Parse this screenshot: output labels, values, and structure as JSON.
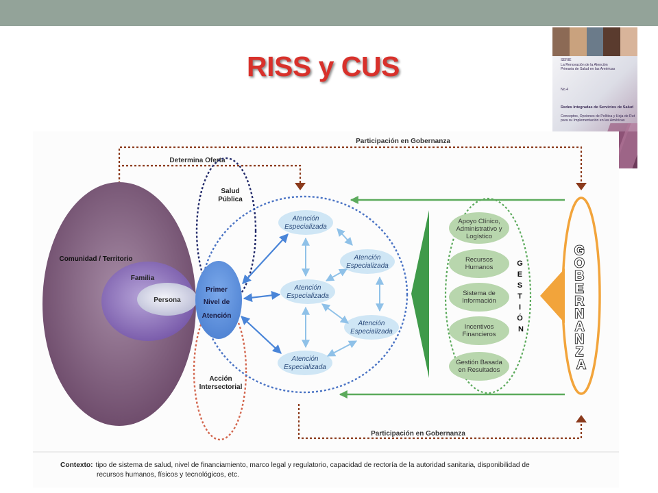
{
  "slide": {
    "title": "RISS y CUS"
  },
  "cover": {
    "serie_label": "SERIE",
    "serie_line1": "La Renovación de la Atención",
    "serie_line2": "Primaria de Salud en las Américas",
    "number": "No.4",
    "book_title": "Redes Integradas de Servicios de Salud",
    "subtitle_line1": "Conceptos, Opciones de Política y Hoja de Ruta",
    "subtitle_line2": "para su Implementación en las Américas"
  },
  "diagram": {
    "participacion_top": "Participación en Gobernanza",
    "determina_oferta": "Determina Oferta",
    "participacion_bottom": "Participación en Gobernanza",
    "comunidad": "Comunidad / Territorio",
    "familia": "Familia",
    "persona": "Persona",
    "salud_publica": [
      "Salud",
      "Pública"
    ],
    "accion_intersectorial": [
      "Acción",
      "Intersectorial"
    ],
    "primer_nivel": [
      "Primer",
      "Nivel de",
      "Atención"
    ],
    "atencion": [
      "Atención",
      "Especializada"
    ],
    "gestion_items": [
      [
        "Apoyo Clínico,",
        "Administrativo  y",
        "Logístico"
      ],
      [
        "Recursos",
        "Humanos"
      ],
      [
        "Sistema de",
        "Información"
      ],
      [
        "Incentivos",
        "Financieros"
      ],
      [
        "Gestión Basada",
        "en Resultados"
      ]
    ],
    "gestion_letters": [
      "G",
      "E",
      "S",
      "T",
      "I",
      "Ó",
      "N"
    ],
    "gobernanza_letters": [
      "G",
      "O",
      "B",
      "E",
      "R",
      "N",
      "A",
      "N",
      "Z",
      "A"
    ],
    "contexto_label": "Contexto:",
    "contexto_line1": "tipo de sistema de salud, nivel de financiamiento, marco legal y regulatorio, capacidad de rectoría de la autoridad sanitaria, disponibilidad de",
    "contexto_line2": "recursos humanos, físicos y tecnológicos, etc."
  },
  "colors": {
    "title_red": "#d8312b",
    "top_band": "#93a399",
    "comunidad": "#7b5a78",
    "familia": "#8a72b2",
    "persona": "#d6d8e8",
    "primer_nivel": "#5b8fd9",
    "atencion_fill": "#cfe6f5",
    "gestion_fill": "#b8d6ad",
    "gestion_green": "#3f9a4a",
    "gobernanza_orange": "#f2a43b",
    "arrow_dark_red": "#8b3a1c",
    "dotted_blue": "#4a73c4",
    "dotted_navy": "#222a6a",
    "dotted_red": "#d3674f"
  }
}
